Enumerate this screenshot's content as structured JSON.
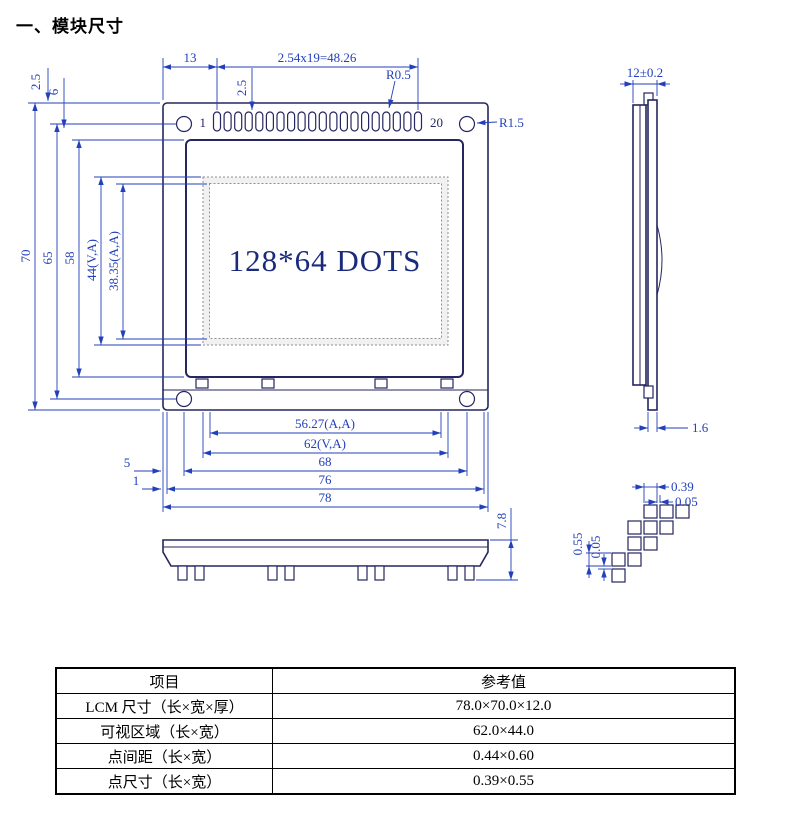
{
  "title": "一、模块尺寸",
  "colors": {
    "dimension_blue": "#2340bb",
    "outline_navy": "#262660",
    "display_navy": "#1a2b7d"
  },
  "front_view": {
    "display_text": "128*64 DOTS",
    "pin_first_label": "1",
    "pin_last_label": "20"
  },
  "dims": {
    "top_left_margin": "13",
    "pin_pitch": "2.54x19=48.26",
    "pin_radius": "R0.5",
    "hole_radius": "R1.5",
    "pin_offset_a": "2.5",
    "pin_offset_b": "6",
    "pin_offset_c": "2.5",
    "height_total": "70",
    "height_holes": "65",
    "height_bezel": "58",
    "height_va": "44(V,A)",
    "height_aa": "38.35(A,A)",
    "width_aa": "56.27(A,A)",
    "width_va": "62(V,A)",
    "width_holes": "68",
    "width_inner": "76",
    "width_total": "78",
    "hole_edge_margin": "5",
    "edge_margin": "1",
    "thickness": "12±0.2",
    "pcb_thickness": "1.6",
    "bottom_height": "7.8",
    "dot_width": "0.39",
    "dot_gap_h": "0.05",
    "dot_height": "0.55",
    "dot_gap_v": "0.05"
  },
  "table": {
    "header": [
      "项目",
      "参考值"
    ],
    "rows": [
      [
        "LCM 尺寸（长×宽×厚）",
        "78.0×70.0×12.0"
      ],
      [
        "可视区域（长×宽）",
        "62.0×44.0"
      ],
      [
        "点间距（长×宽）",
        "0.44×0.60"
      ],
      [
        "点尺寸（长×宽）",
        "0.39×0.55"
      ]
    ]
  }
}
